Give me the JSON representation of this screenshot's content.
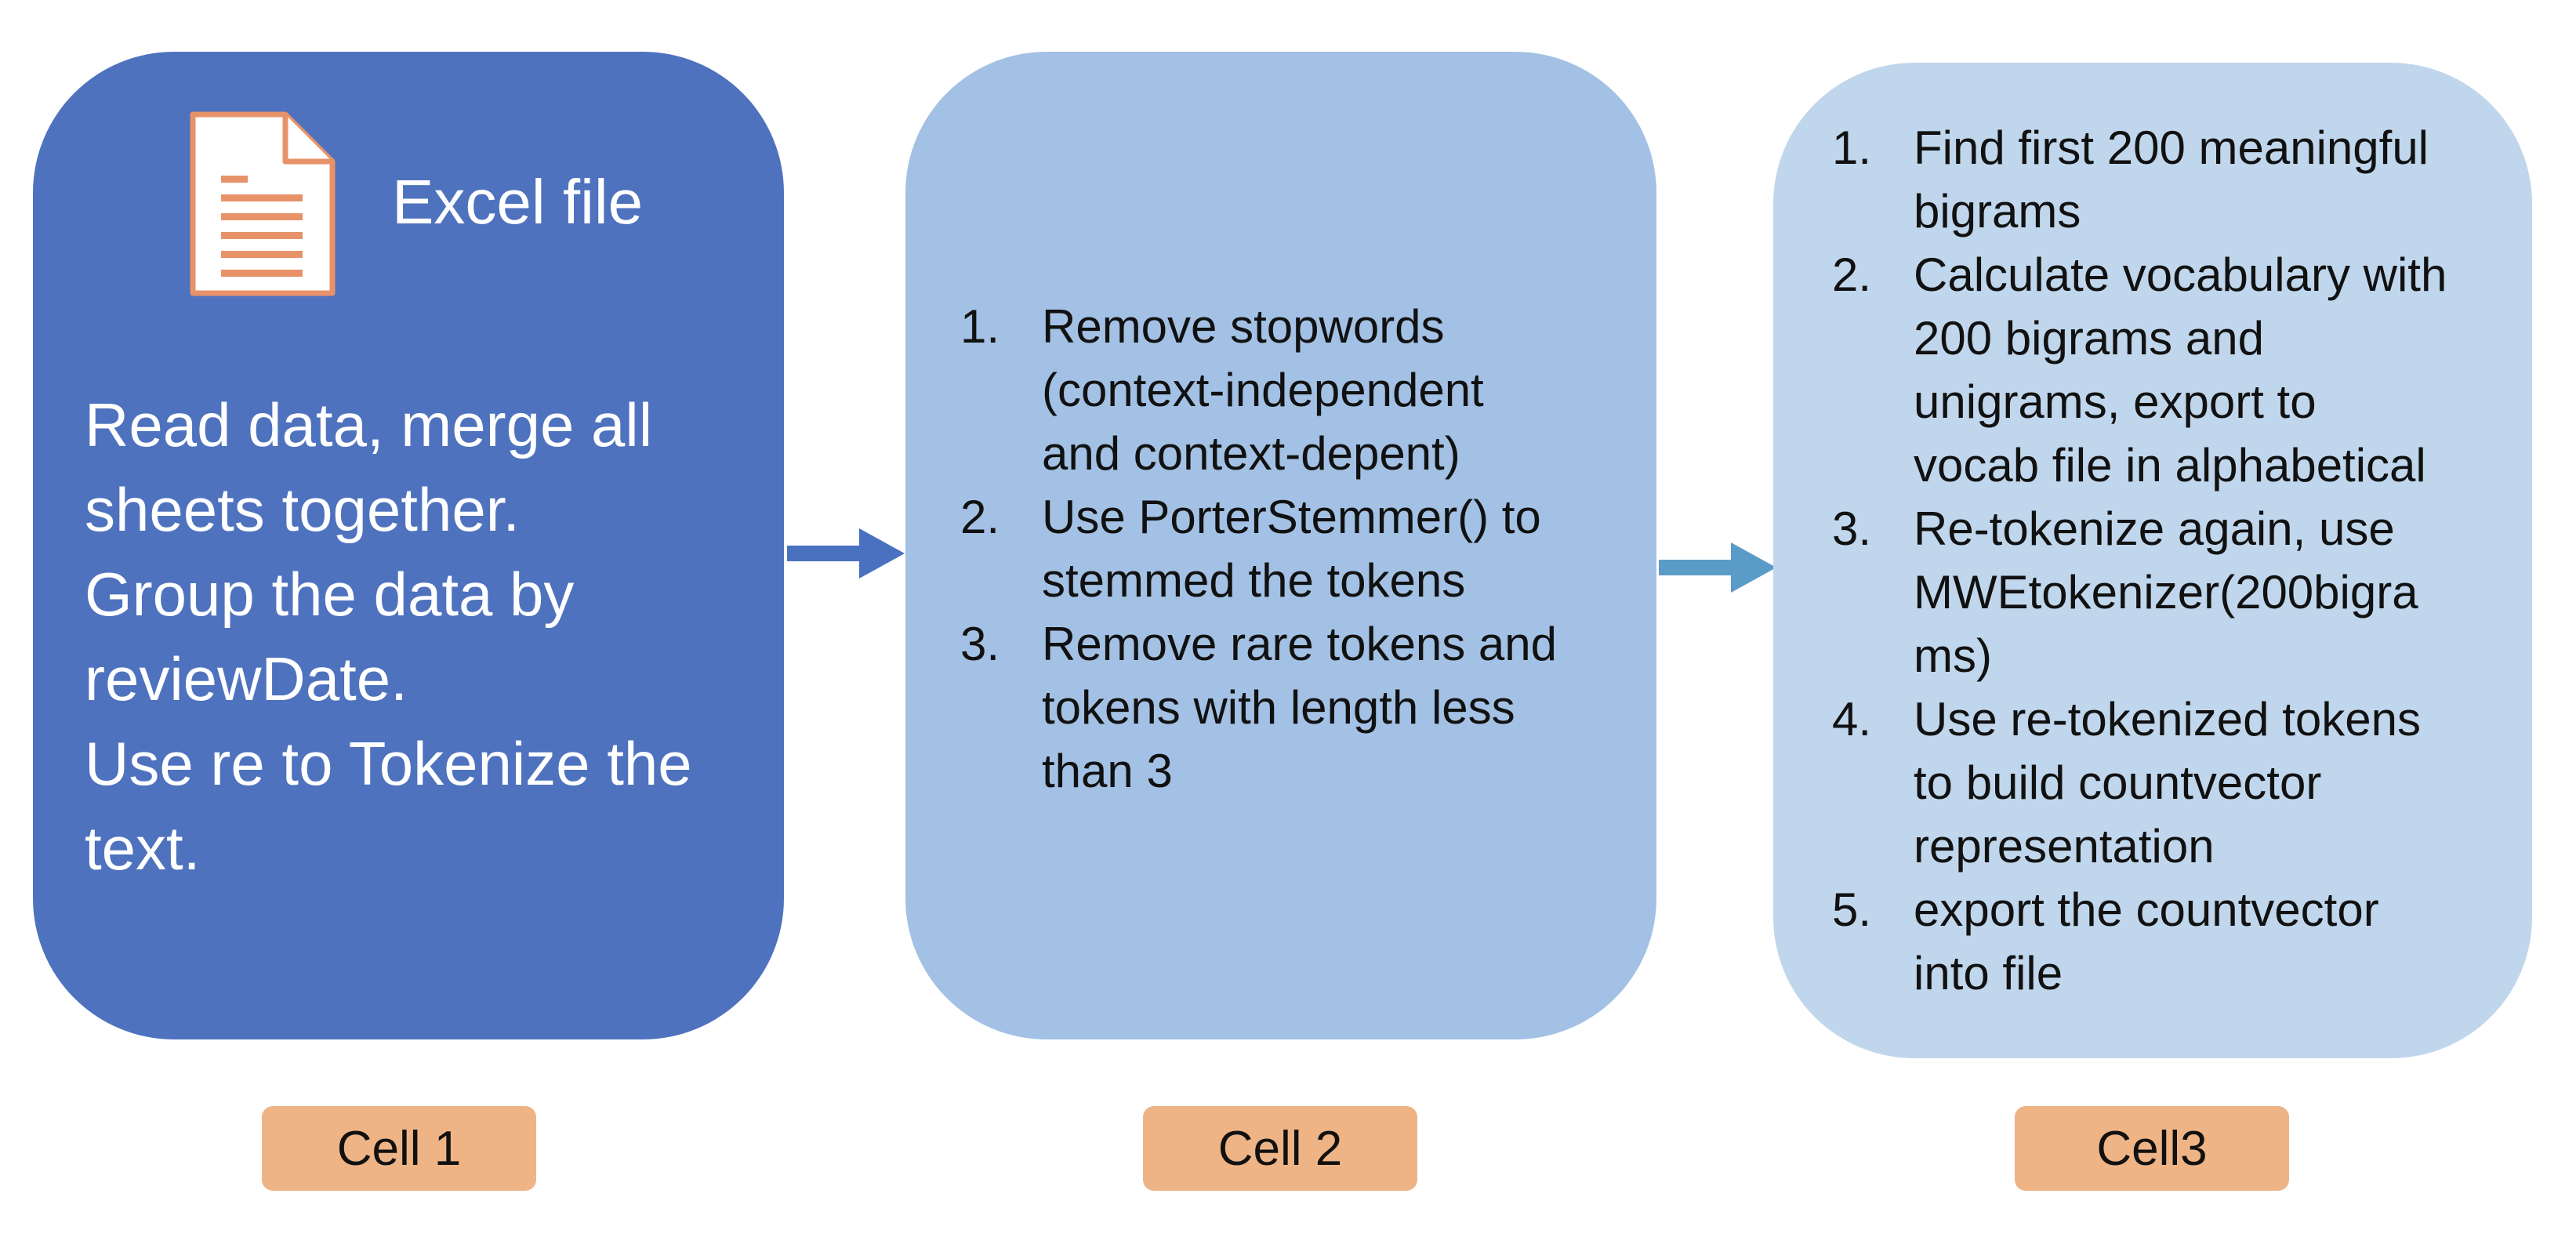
{
  "colors": {
    "box1": "#4e72be",
    "box2": "#a3c1e4",
    "box3": "#c0d6ec",
    "arrow1": "#4a70c0",
    "arrow2": "#5b9bc7",
    "label": "#eeb486",
    "icon": "#e8926a"
  },
  "box1": {
    "icon": "document-icon",
    "title": "Excel file",
    "lines": [
      "Read data, merge all",
      "sheets together.",
      "Group the data by",
      "reviewDate.",
      "Use re to Tokenize the",
      "text."
    ]
  },
  "box2": {
    "steps": [
      {
        "num": "1.",
        "lines": [
          "Remove stopwords",
          "(context-independent",
          "and context-depent)"
        ]
      },
      {
        "num": "2.",
        "lines": [
          "Use PorterStemmer() to",
          "stemmed the tokens"
        ]
      },
      {
        "num": "3.",
        "lines": [
          "Remove rare tokens and",
          "tokens with length less",
          "than 3"
        ]
      }
    ]
  },
  "box3": {
    "steps": [
      {
        "num": "1.",
        "lines": [
          "Find first 200 meaningful",
          "bigrams"
        ]
      },
      {
        "num": "2.",
        "lines": [
          "Calculate vocabulary with",
          "200 bigrams and",
          "unigrams, export to",
          "vocab file in alphabetical"
        ]
      },
      {
        "num": "3.",
        "lines": [
          "Re-tokenize again, use",
          "MWEtokenizer(200bigra",
          "ms)"
        ]
      },
      {
        "num": "4.",
        "lines": [
          "Use re-tokenized tokens",
          "to build countvector",
          "representation"
        ]
      },
      {
        "num": "5.",
        "lines": [
          "export the countvector",
          "into file"
        ]
      }
    ]
  },
  "labels": [
    "Cell 1",
    "Cell 2",
    "Cell3"
  ]
}
